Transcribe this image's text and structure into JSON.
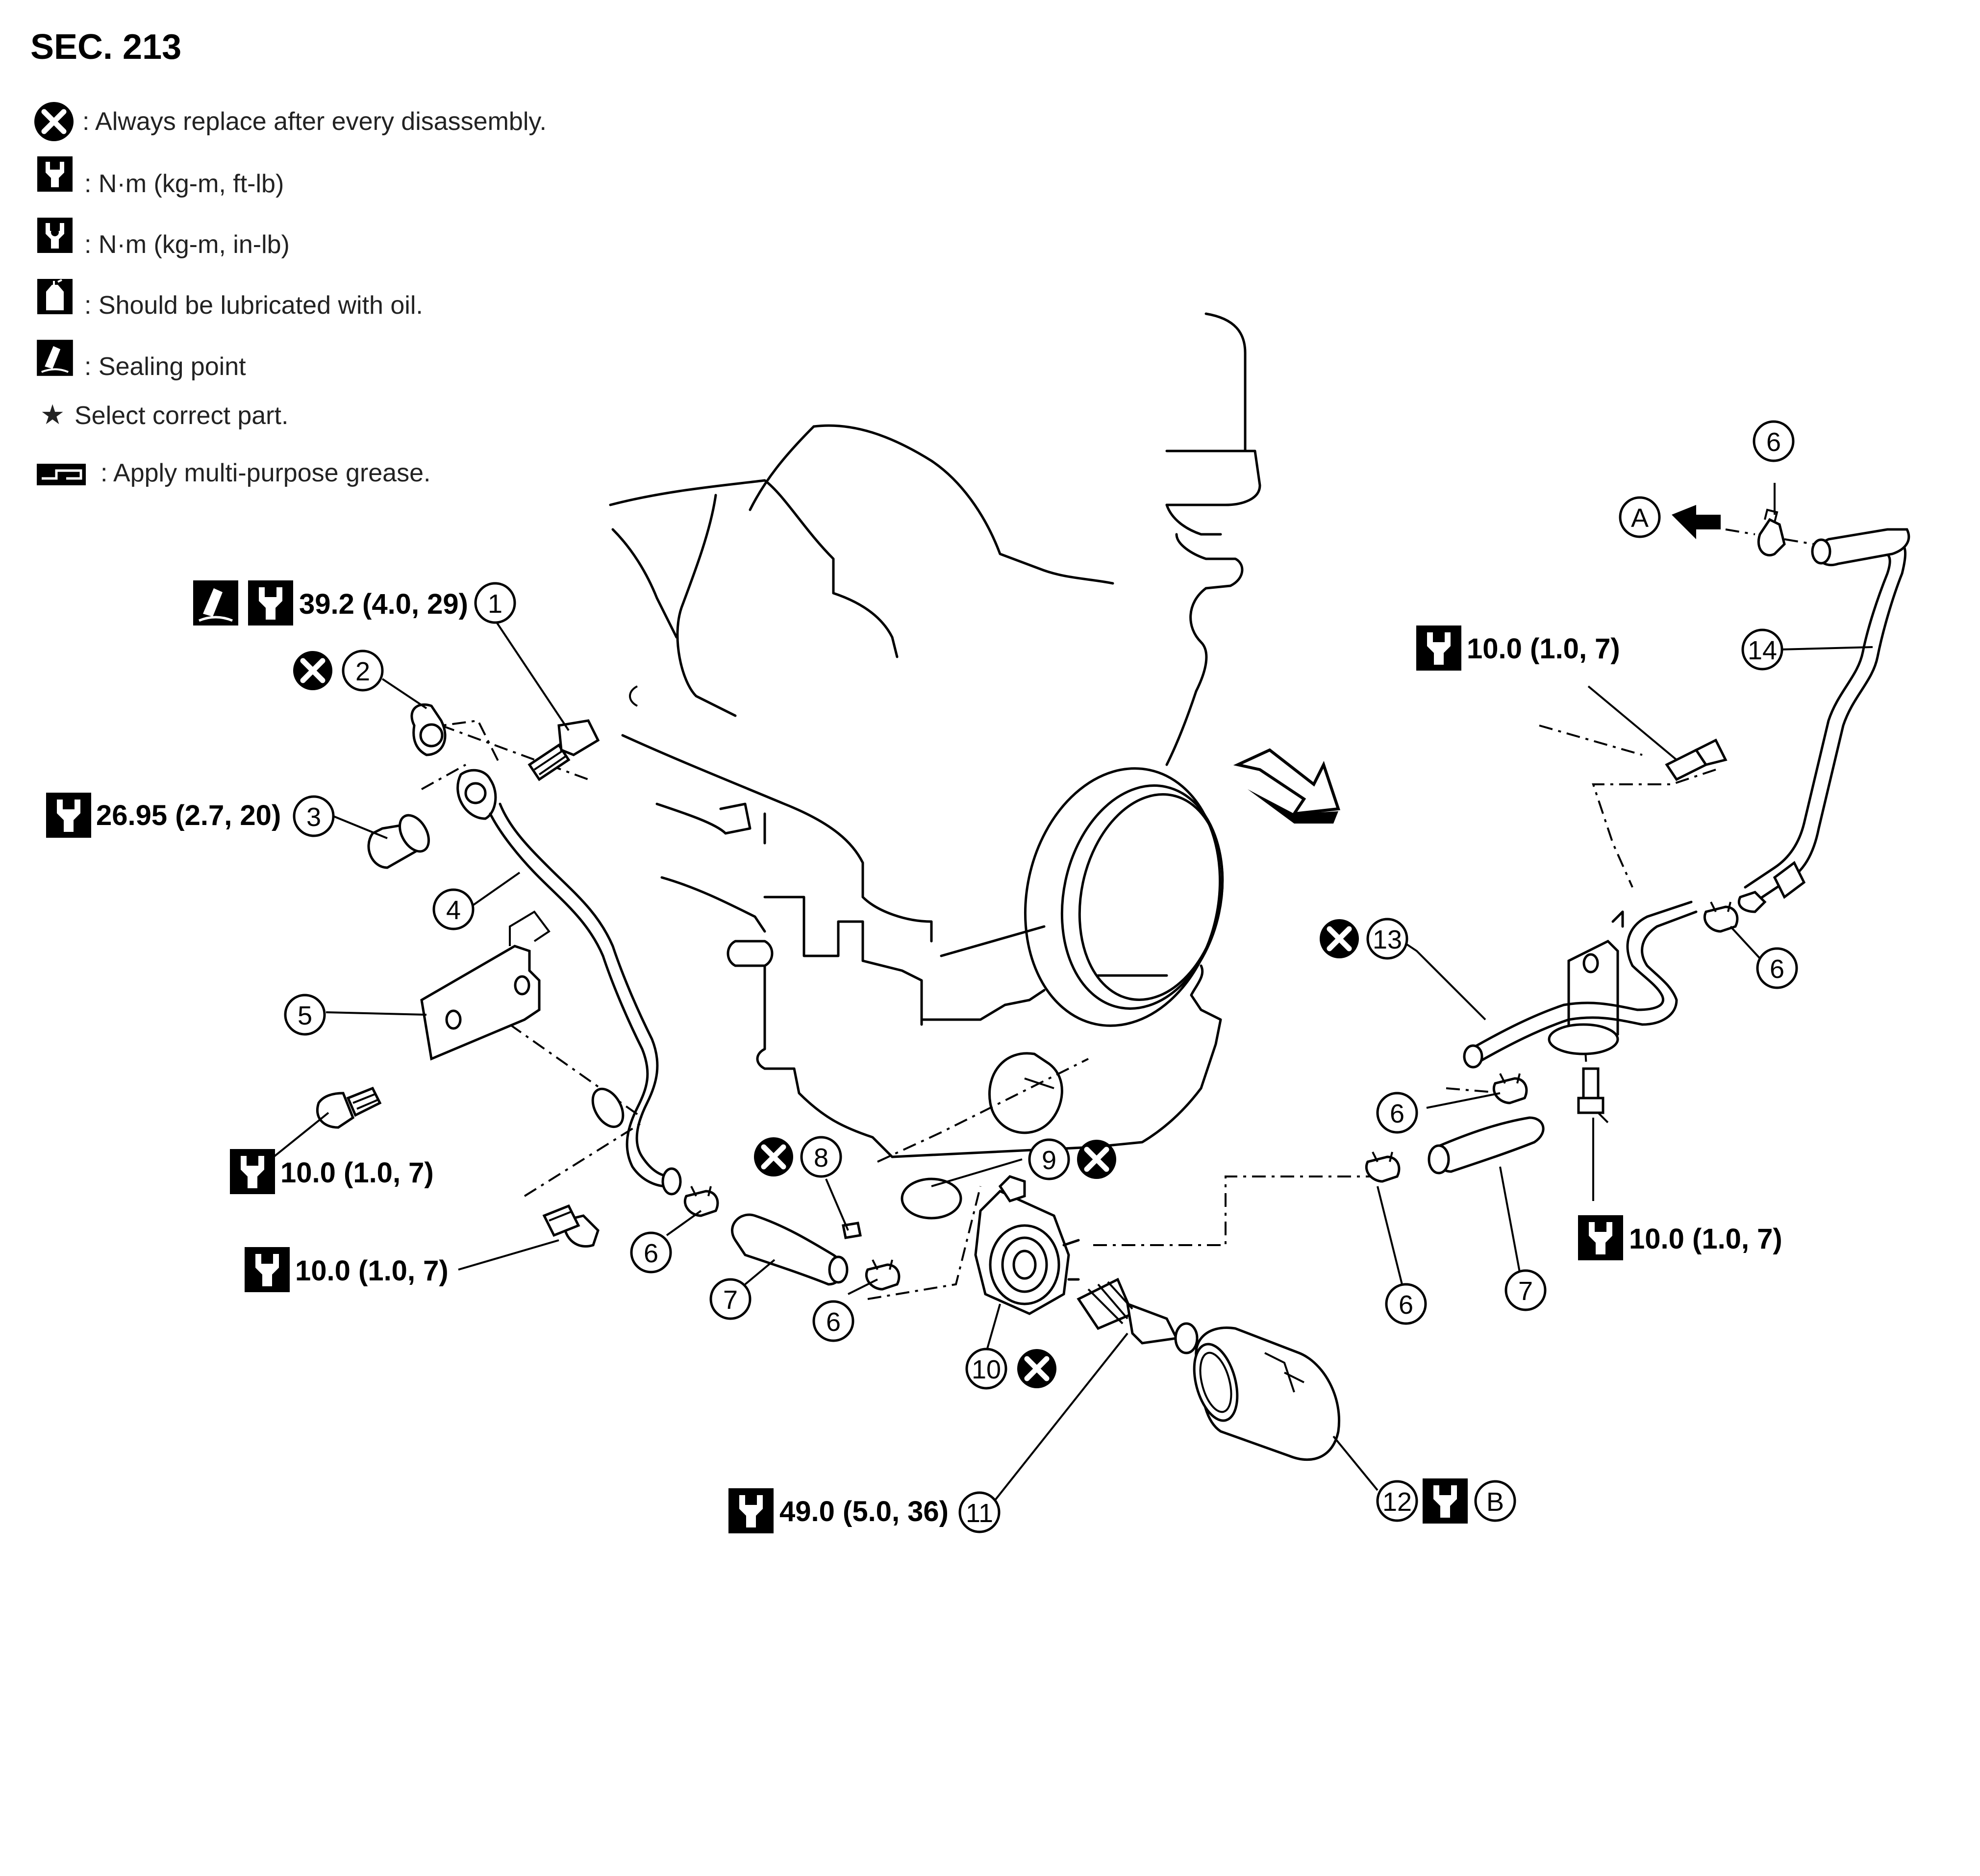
{
  "section_title": "SEC. 213",
  "legend": [
    {
      "icon": "replace-x-icon",
      "text": ": Always replace after every disassembly."
    },
    {
      "icon": "torque-wrench-icon",
      "text": ": N·m (kg-m, ft-lb)"
    },
    {
      "icon": "torque-wrench-small-icon",
      "text": ": N·m (kg-m, in-lb)"
    },
    {
      "icon": "oil-can-icon",
      "text": ": Should be lubricated with oil."
    },
    {
      "icon": "sealant-icon",
      "text": ": Sealing point"
    },
    {
      "icon": "star-icon",
      "text": "Select correct part."
    },
    {
      "icon": "grease-gun-icon",
      "text": ": Apply multi-purpose grease."
    }
  ],
  "torque_specs": {
    "p1": "39.2 (4.0, 29)",
    "p3": "26.95 (2.7, 20)",
    "bracket_bolt": "10.0 (1.0, 7)",
    "lower_bolt": "10.0 (1.0, 7)",
    "upper_right_bolt": "10.0 (1.0, 7)",
    "right_lower_bolt": "10.0 (1.0, 7)",
    "p11": "49.0 (5.0, 36)"
  },
  "part_numbers": {
    "n1": "1",
    "n2": "2",
    "n3": "3",
    "n4": "4",
    "n5": "5",
    "n6a": "6",
    "n6b": "6",
    "n6c": "6",
    "n6d": "6",
    "n6e": "6",
    "n6f": "6",
    "n7a": "7",
    "n7b": "7",
    "n8": "8",
    "n9": "9",
    "n10": "10",
    "n11": "11",
    "n12": "12",
    "n13": "13",
    "n14": "14"
  },
  "reference_letters": {
    "a": "A",
    "b": "B"
  },
  "icons": [
    "replace-x-icon",
    "torque-wrench-icon",
    "sealant-icon",
    "front-arrow-icon"
  ]
}
